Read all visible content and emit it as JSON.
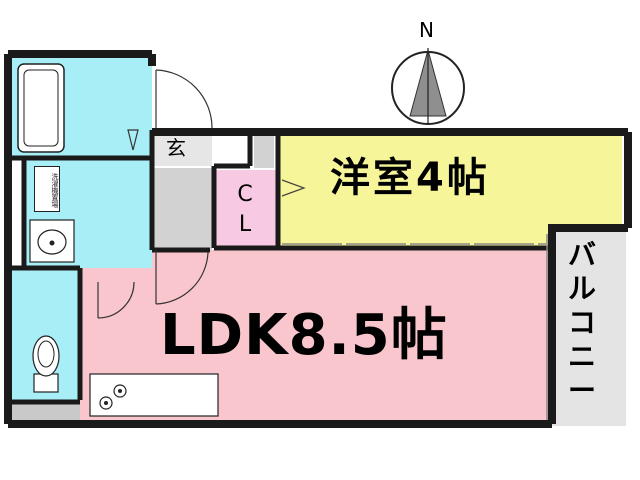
{
  "rooms": {
    "ldk": "LDK8.5帖",
    "western_room": "洋室4帖",
    "entrance": "玄",
    "closet": [
      "C",
      "L"
    ],
    "balcony": [
      "バ",
      "ル",
      "コ",
      "ニ",
      "ー"
    ],
    "washer_label": "洗濯機置場"
  },
  "compass": {
    "north": "N"
  },
  "colors": {
    "ldk": "#f8c6cc",
    "western_room": "#f6f59a",
    "wet_area": "#a8eef6",
    "closet": "#f7c9e3",
    "floor_gray": "#d2d2d2",
    "balcony": "#e4e4e4",
    "wall": "#1a1a1a"
  }
}
